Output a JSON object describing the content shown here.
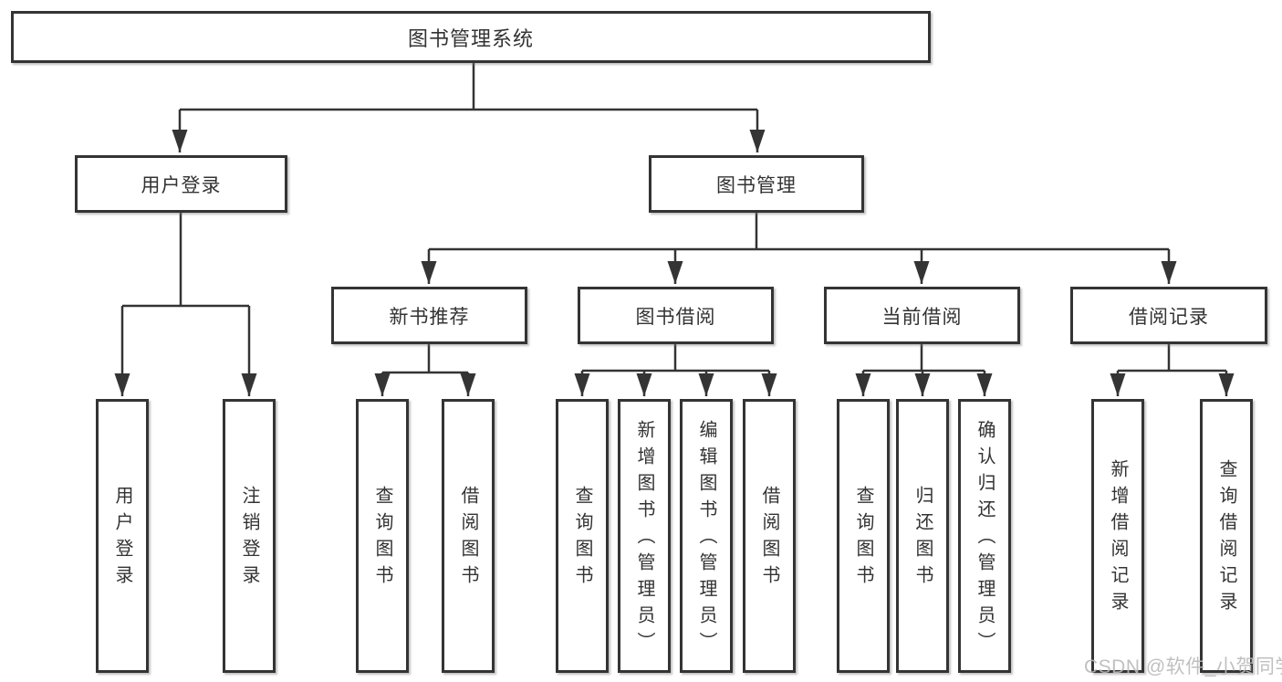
{
  "nodes": {
    "root": "图书管理系统",
    "user_login": "用户登录",
    "book_mgmt": "图书管理",
    "new_book_rec": "新书推荐",
    "book_borrow": "图书借阅",
    "current_borrow": "当前借阅",
    "borrow_records": "借阅记录",
    "leaf_user_login": "用户登录",
    "leaf_logout": "注销登录",
    "leaf_recommend_query_books": "查询图书",
    "leaf_recommend_borrow_books": "借阅图书",
    "leaf_borrow_query_books": "查询图书",
    "leaf_borrow_add_books_admin": "新增图书（管理员）",
    "leaf_borrow_edit_books_admin": "编辑图书（管理员）",
    "leaf_borrow_borrow_books": "借阅图书",
    "leaf_current_query_books": "查询图书",
    "leaf_current_return_books": "归还图书",
    "leaf_current_confirm_return_admin": "确认归还（管理员）",
    "leaf_records_add_record": "新增借阅记录",
    "leaf_records_query_record": "查询借阅记录"
  },
  "watermark": "CSDN @软件_小贺同学",
  "colors": {
    "line": "#343434",
    "text": "#333333",
    "watermark": "#b9b9b9",
    "background": "#ffffff"
  }
}
